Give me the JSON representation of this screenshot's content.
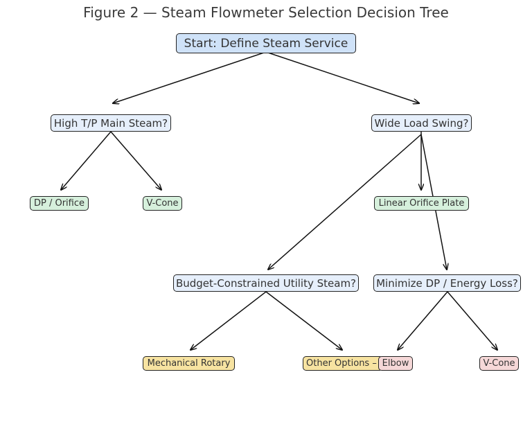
{
  "title": "Figure 2 — Steam Flowmeter Selection Decision Tree",
  "colors": {
    "root_fill": "#cfe2f8",
    "question_fill": "#e6effb",
    "leaf_green": "#d6f0dc",
    "leaf_yellow": "#f7e3a1",
    "leaf_pink": "#f6d8d8",
    "edge": "#111111"
  },
  "nodes": {
    "root": "Start: Define Steam Service",
    "high_tp": "High T/P Main Steam?",
    "wide_load": "Wide Load Swing?",
    "dp_orifice": "DP / Orifice",
    "vcone_1": "V-Cone",
    "linear_orifice": "Linear Orifice Plate",
    "budget": "Budget-Constrained Utility Steam?",
    "min_dp": "Minimize DP / Energy Loss?",
    "mech_rotary": "Mechanical Rotary",
    "other_options": "Other Options –",
    "elbow": "Elbow",
    "vcone_2": "V-Cone"
  },
  "edges": [
    [
      "root",
      "high_tp"
    ],
    [
      "root",
      "wide_load"
    ],
    [
      "high_tp",
      "dp_orifice"
    ],
    [
      "high_tp",
      "vcone_1"
    ],
    [
      "wide_load",
      "linear_orifice"
    ],
    [
      "wide_load",
      "budget"
    ],
    [
      "wide_load",
      "min_dp"
    ],
    [
      "budget",
      "mech_rotary"
    ],
    [
      "budget",
      "other_options"
    ],
    [
      "min_dp",
      "elbow"
    ],
    [
      "min_dp",
      "vcone_2"
    ]
  ]
}
